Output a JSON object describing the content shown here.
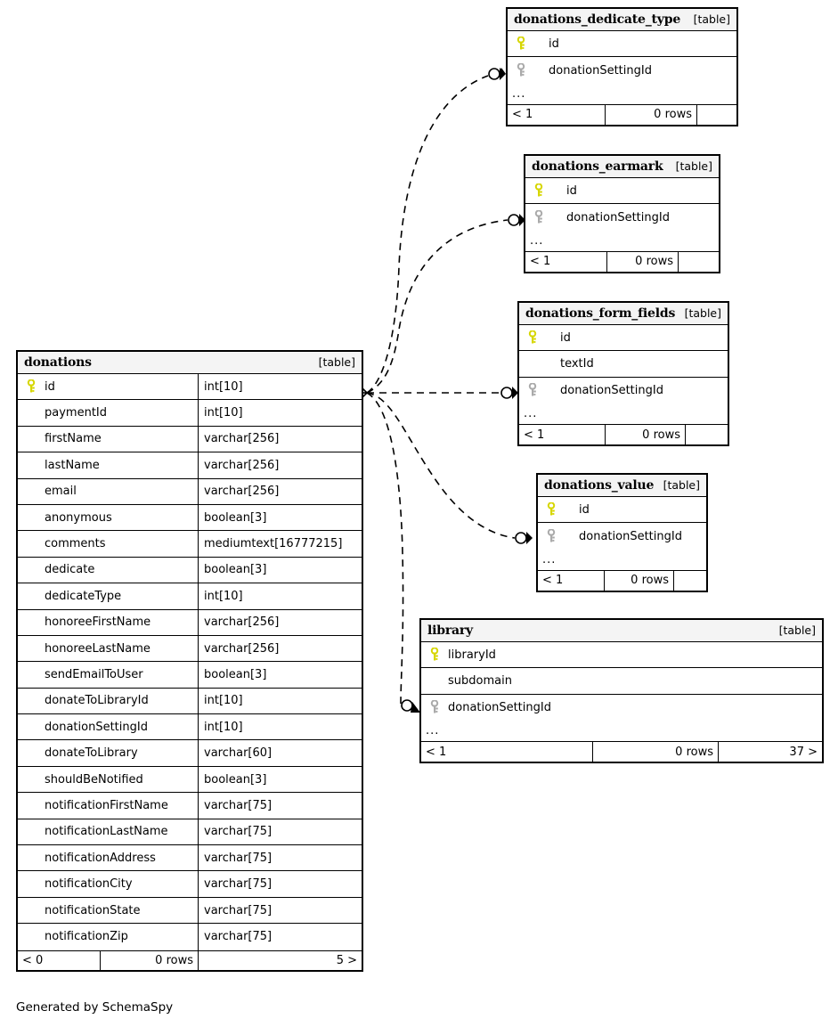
{
  "diagram": {
    "kind": "database-schema-erd",
    "credit": "Generated by SchemaSpy",
    "table_tag": "[table]",
    "ellipsis": "...",
    "key_colors": {
      "primary": "#d6d600",
      "foreign": "#aaaaaa"
    },
    "edge_color": "#000000",
    "header_bg": "#f4f4f4"
  },
  "tables": {
    "donations": {
      "name": "donations",
      "tag": "[table]",
      "columns": [
        {
          "key": "primary",
          "name": "id",
          "type": "int[10]"
        },
        {
          "key": "none",
          "name": "paymentId",
          "type": "int[10]"
        },
        {
          "key": "none",
          "name": "firstName",
          "type": "varchar[256]"
        },
        {
          "key": "none",
          "name": "lastName",
          "type": "varchar[256]"
        },
        {
          "key": "none",
          "name": "email",
          "type": "varchar[256]"
        },
        {
          "key": "none",
          "name": "anonymous",
          "type": "boolean[3]"
        },
        {
          "key": "none",
          "name": "comments",
          "type": "mediumtext[16777215]"
        },
        {
          "key": "none",
          "name": "dedicate",
          "type": "boolean[3]"
        },
        {
          "key": "none",
          "name": "dedicateType",
          "type": "int[10]"
        },
        {
          "key": "none",
          "name": "honoreeFirstName",
          "type": "varchar[256]"
        },
        {
          "key": "none",
          "name": "honoreeLastName",
          "type": "varchar[256]"
        },
        {
          "key": "none",
          "name": "sendEmailToUser",
          "type": "boolean[3]"
        },
        {
          "key": "none",
          "name": "donateToLibraryId",
          "type": "int[10]"
        },
        {
          "key": "none",
          "name": "donationSettingId",
          "type": "int[10]"
        },
        {
          "key": "none",
          "name": "donateToLibrary",
          "type": "varchar[60]"
        },
        {
          "key": "none",
          "name": "shouldBeNotified",
          "type": "boolean[3]"
        },
        {
          "key": "none",
          "name": "notificationFirstName",
          "type": "varchar[75]"
        },
        {
          "key": "none",
          "name": "notificationLastName",
          "type": "varchar[75]"
        },
        {
          "key": "none",
          "name": "notificationAddress",
          "type": "varchar[75]"
        },
        {
          "key": "none",
          "name": "notificationCity",
          "type": "varchar[75]"
        },
        {
          "key": "none",
          "name": "notificationState",
          "type": "varchar[75]"
        },
        {
          "key": "none",
          "name": "notificationZip",
          "type": "varchar[75]"
        }
      ],
      "footer": {
        "prev": "< 0",
        "rows": "0 rows",
        "next": "5 >"
      }
    },
    "donations_dedicate_type": {
      "name": "donations_dedicate_type",
      "tag": "[table]",
      "columns": [
        {
          "key": "primary",
          "name": "id",
          "type": ""
        },
        {
          "key": "foreign",
          "name": "donationSettingId",
          "type": ""
        }
      ],
      "has_ellipsis": true,
      "footer": {
        "prev": "< 1",
        "rows": "0 rows",
        "next": ""
      }
    },
    "donations_earmark": {
      "name": "donations_earmark",
      "tag": "[table]",
      "columns": [
        {
          "key": "primary",
          "name": "id",
          "type": ""
        },
        {
          "key": "foreign",
          "name": "donationSettingId",
          "type": ""
        }
      ],
      "has_ellipsis": true,
      "footer": {
        "prev": "< 1",
        "rows": "0 rows",
        "next": ""
      }
    },
    "donations_form_fields": {
      "name": "donations_form_fields",
      "tag": "[table]",
      "columns": [
        {
          "key": "primary",
          "name": "id",
          "type": ""
        },
        {
          "key": "none",
          "name": "textId",
          "type": ""
        },
        {
          "key": "foreign",
          "name": "donationSettingId",
          "type": ""
        }
      ],
      "has_ellipsis": true,
      "footer": {
        "prev": "< 1",
        "rows": "0 rows",
        "next": ""
      }
    },
    "donations_value": {
      "name": "donations_value",
      "tag": "[table]",
      "columns": [
        {
          "key": "primary",
          "name": "id",
          "type": ""
        },
        {
          "key": "foreign",
          "name": "donationSettingId",
          "type": ""
        }
      ],
      "has_ellipsis": true,
      "footer": {
        "prev": "< 1",
        "rows": "0 rows",
        "next": ""
      }
    },
    "library": {
      "name": "library",
      "tag": "[table]",
      "columns": [
        {
          "key": "primary",
          "name": "libraryId",
          "type": ""
        },
        {
          "key": "none",
          "name": "subdomain",
          "type": ""
        },
        {
          "key": "foreign",
          "name": "donationSettingId",
          "type": ""
        }
      ],
      "has_ellipsis": true,
      "footer": {
        "prev": "< 1",
        "rows": "0 rows",
        "next": "37 >"
      }
    }
  },
  "relationships": [
    {
      "from": "donations.id",
      "to": "donations_dedicate_type.donationSettingId",
      "cardinality": "zero-or-many"
    },
    {
      "from": "donations.id",
      "to": "donations_earmark.donationSettingId",
      "cardinality": "zero-or-many"
    },
    {
      "from": "donations.id",
      "to": "donations_form_fields.donationSettingId",
      "cardinality": "zero-or-many"
    },
    {
      "from": "donations.id",
      "to": "donations_value.donationSettingId",
      "cardinality": "zero-or-many"
    },
    {
      "from": "donations.id",
      "to": "library.donationSettingId",
      "cardinality": "zero-or-many"
    }
  ]
}
